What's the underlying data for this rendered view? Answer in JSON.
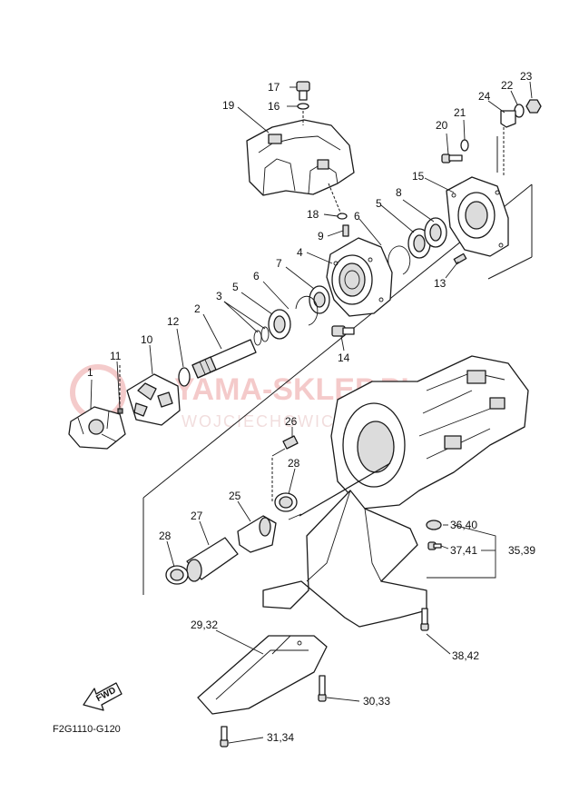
{
  "diagram_code": "F2G1110-G120",
  "watermark": {
    "main": "YAMA-SKLEP.PL",
    "sub": "WOJCIECHOWICZ",
    "color": "#e06a6a"
  },
  "direction_label": "FWD",
  "callouts": {
    "c1": "1",
    "c2": "2",
    "c3": "3",
    "c4": "4",
    "c5a": "5",
    "c5b": "5",
    "c6a": "6",
    "c6b": "6",
    "c7": "7",
    "c8": "8",
    "c9": "9",
    "c10": "10",
    "c11": "11",
    "c12": "12",
    "c13": "13",
    "c14": "14",
    "c15": "15",
    "c16": "16",
    "c17": "17",
    "c18": "18",
    "c19": "19",
    "c20": "20",
    "c21": "21",
    "c22": "22",
    "c23": "23",
    "c24": "24",
    "c25": "25",
    "c26": "26",
    "c27": "27",
    "c28a": "28",
    "c28b": "28",
    "c29_32": "29,32",
    "c30_33": "30,33",
    "c31_34": "31,34",
    "c35_39": "35,39",
    "c36_40": "36,40",
    "c37_41": "37,41",
    "c38_42": "38,42"
  }
}
